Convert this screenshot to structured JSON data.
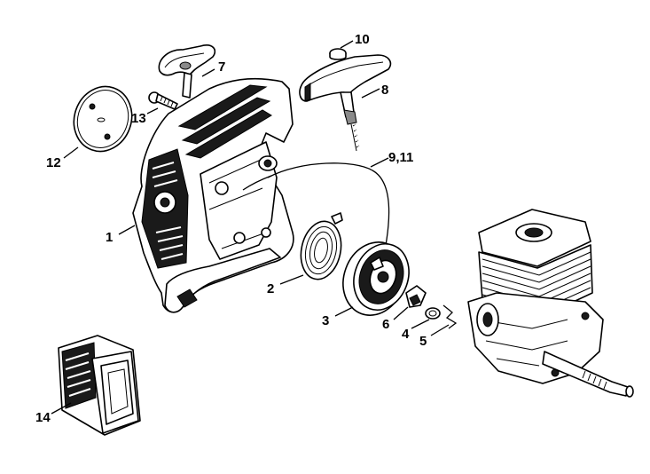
{
  "callouts": {
    "p1": "1",
    "p2": "2",
    "p3": "3",
    "p4": "4",
    "p5": "5",
    "p6": "6",
    "p7": "7",
    "p8": "8",
    "p9_11": "9,11",
    "p10": "10",
    "p12": "12",
    "p13": "13",
    "p14": "14"
  }
}
